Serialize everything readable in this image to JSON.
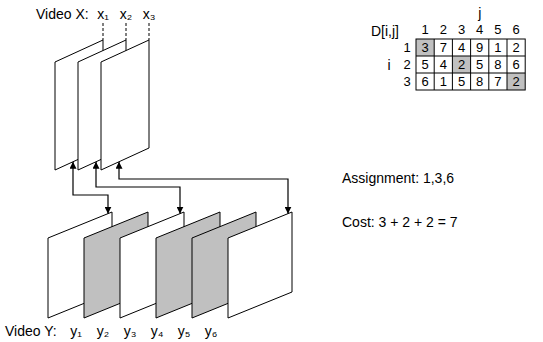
{
  "diagram": {
    "nodes": [
      {
        "text": [
          "x₁"
        ]
      },
      {
        "text": [
          "x₂"
        ]
      },
      {
        "text": [
          "x₃"
        ]
      },
      {
        "text": [
          "y₁"
        ]
      },
      {
        "text": [
          "y₂"
        ]
      },
      {
        "text": [
          "y₃"
        ]
      },
      {
        "text": [
          "y₄"
        ]
      },
      {
        "text": [
          "y₅"
        ]
      },
      {
        "text": [
          "y₆"
        ]
      }
    ],
    "edges": [
      {
        "from": 0,
        "to": 3,
        "arrow": "both"
      },
      {
        "from": 1,
        "to": 5,
        "arrow": "both"
      },
      {
        "from": 2,
        "to": 8,
        "arrow": "both"
      }
    ],
    "labels": [
      "Video X:",
      "D[i,j]",
      "j",
      "1",
      "2",
      "3",
      "4",
      "5",
      "6",
      "i",
      "1",
      "3",
      "7",
      "4",
      "9",
      "1",
      "2",
      "2",
      "5",
      "4",
      "2",
      "5",
      "8",
      "6",
      "3",
      "6",
      "1",
      "5",
      "8",
      "7",
      "2",
      "Assignment: 1,3,6",
      "Cost: 3 + 2 + 2 = 7",
      "Video Y:"
    ]
  }
}
